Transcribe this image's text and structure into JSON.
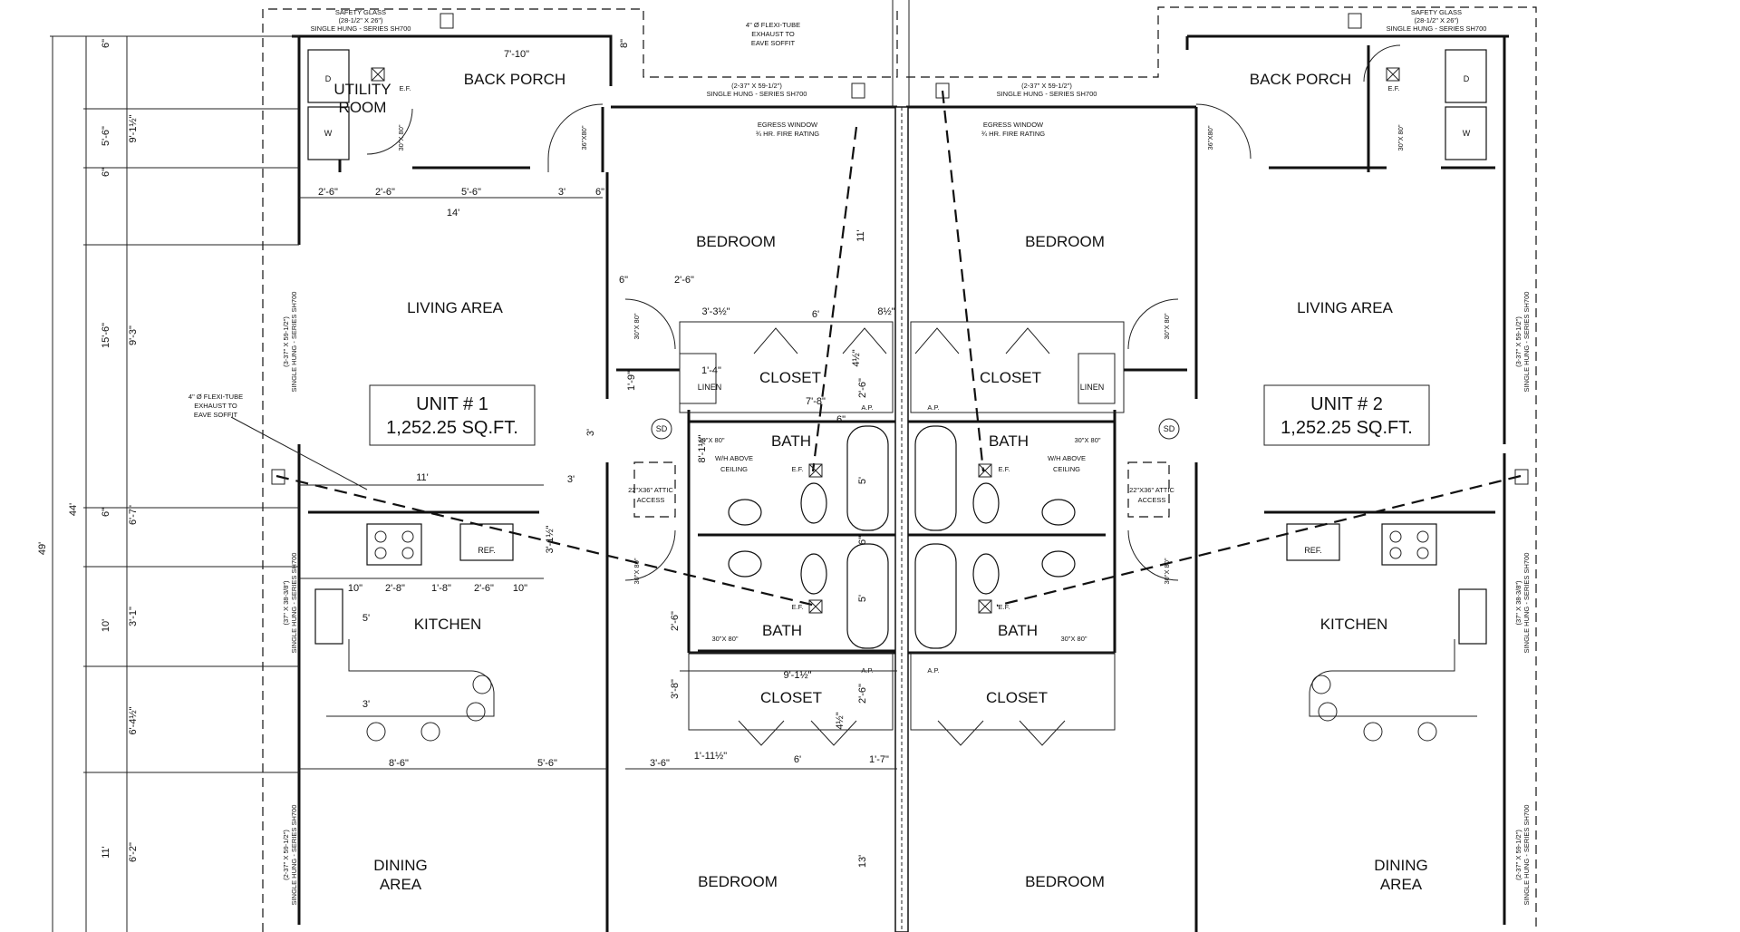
{
  "rooms": {
    "utility_room": "UTILITY\nROOM",
    "back_porch": "BACK PORCH",
    "bedroom": "BEDROOM",
    "living_area": "LIVING AREA",
    "closet": "CLOSET",
    "linen": "LINEN",
    "bath": "BATH",
    "kitchen": "KITCHEN",
    "dining_area": "DINING\nAREA"
  },
  "units": {
    "unit1_name": "UNIT # 1",
    "unit1_area": "1,252.25 SQ.FT.",
    "unit2_name": "UNIT # 2",
    "unit2_area": "1,252.25 SQ.FT."
  },
  "notes": {
    "safety_glass": "SAFETY GLASS\n(28-1/2\" X 26\")\nSINGLE HUNG - SERIES SH700",
    "flexi_tube": "4\" Ø FLEXI-TUBE\nEXHAUST TO\nEAVE SOFFIT",
    "window_top": "(2-37\" X 59-1/2\")\nSINGLE HUNG - SERIES SH700",
    "egress": "EGRESS WINDOW\n¾ HR. FIRE RATING",
    "window_living": "(3-37\" X 59-1/2\")\nSINGLE HUNG - SERIES SH700",
    "window_kitchen": "(37\" X 38-3/8\")\nSINGLE HUNG - SERIES SH700",
    "window_dining": "(2-37\" X 59-1/2\")\nSINGLE HUNG - SERIES SH700",
    "wh_above": "W/H ABOVE\nCEILING",
    "attic": "22\"X36\" ATTIC\nACCESS",
    "ef": "E.F.",
    "ap": "A.P.",
    "sd": "SD",
    "ref": "REF.",
    "dryer": "D",
    "washer": "W"
  },
  "dims": {
    "d_6": "6\"",
    "d_5_6": "5'-6\"",
    "d_9_1h": "9'-1½\"",
    "d_15_6": "15'-6\"",
    "d_9_3": "9'-3\"",
    "d_44": "44'",
    "d_49": "49'",
    "d_6_7": "6'-7\"",
    "d_10": "10'",
    "d_3_1": "3'-1\"",
    "d_6_4h": "6'-4½\"",
    "d_11": "11'",
    "d_6_2": "6'-2\"",
    "d_7_10": "7'-10\"",
    "d_8": "8\"",
    "d_30x80": "30\"X 80\"",
    "d_36x80": "36\"X80\"",
    "d_2_6": "2'-6\"",
    "d_5_6b": "5'-6\"",
    "d_3": "3'",
    "d_14": "14'",
    "d_11v": "11'",
    "d_3_3h": "3'-3½\"",
    "d_6b": "6'",
    "d_8h": "8½\"",
    "d_4h": "4½\"",
    "d_1_4": "1'-4\"",
    "d_1_9": "1'-9\"",
    "d_7_8": "7'-8\"",
    "d_8_1h": "8'-1½\"",
    "d_3b": "3'",
    "d_5": "5'",
    "d_11k": "11'",
    "d_3_1h": "3'-1½\"",
    "d_10in": "10\"",
    "d_2_8": "2'-8\"",
    "d_1_8": "1'-8\"",
    "d_2_6k": "2'-6\"",
    "d_5k": "5'",
    "d_9_1q": "9'-1½\"",
    "d_3_8": "3'-8\"",
    "d_8_6": "8'-6\"",
    "d_5_6c": "5'-6\"",
    "d_3_6": "3'-6\"",
    "d_1_11h": "1'-11½\"",
    "d_1_7": "1'-7\"",
    "d_13": "13'"
  }
}
